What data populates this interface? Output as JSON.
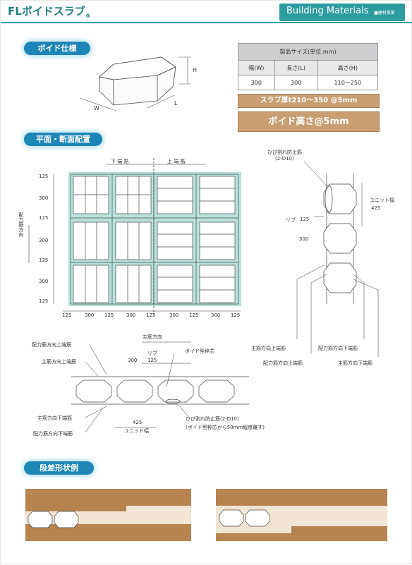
{
  "header": {
    "title": "FLボイドスラブ",
    "registered": "®",
    "brand": "Building Materials",
    "brand_sub": "■建材事業"
  },
  "sections": {
    "void_spec": "ボイド仕様",
    "plan_section": "平面・断面配置",
    "step_shape": "段差形状例"
  },
  "block": {
    "h": "H",
    "w": "W",
    "l": "L"
  },
  "spec_table": {
    "caption": "製品サイズ(単位:mm)",
    "headers": [
      "幅(W)",
      "長さ(L)",
      "高さ(H)"
    ],
    "row": [
      "300",
      "300",
      "110～250"
    ]
  },
  "slab_thickness": "スラブ厚t210～350 @5mm",
  "void_height": "ボイド高さ@5mm",
  "plan": {
    "lower_bar": "下 端 筋",
    "upper_bar": "上 端 筋",
    "distribution_dir": "配力筋方向",
    "left_dims": [
      "125",
      "300",
      "125",
      "300",
      "125",
      "300",
      "125"
    ],
    "bottom_dims": [
      "125",
      "300",
      "125",
      "300",
      "125",
      "300",
      "125",
      "300",
      "125"
    ]
  },
  "side_section": {
    "crack_bar": "ひび割れ防止筋",
    "crack_bar_spec": "(2-D10)",
    "unit_width": "ユニット幅",
    "unit_width_val": "425",
    "rib": "リブ",
    "rib_val": "125",
    "void_val": "300",
    "main_upper": "主筋方向上端筋",
    "dist_upper": "配力筋方向上端筋",
    "dist_lower": "配力筋方向下端筋",
    "main_lower": "主筋方向下端筋"
  },
  "cross_section": {
    "dist_upper": "配力筋方向上端筋",
    "main_upper": "主筋方向上端筋",
    "main_dir": "主筋方向",
    "rib": "リブ",
    "dim_300": "300",
    "dim_125": "125",
    "void_frame": "ボイド型枠芯",
    "main_lower": "主筋方向下端筋",
    "dist_lower": "配力筋方向下端筋",
    "dim_425": "425",
    "unit_width": "ユニット幅",
    "crack_bar": "ひび割れ防止筋(2-D10)",
    "crack_note": "(ボイド型枠芯から50mm程度離す)"
  },
  "colors": {
    "teal": "#2d9ca0",
    "pill_blue": "#1e86b7",
    "plan_bg": "#b9e3dc",
    "brown": "#c99e73",
    "dark_brown": "#b58451"
  }
}
